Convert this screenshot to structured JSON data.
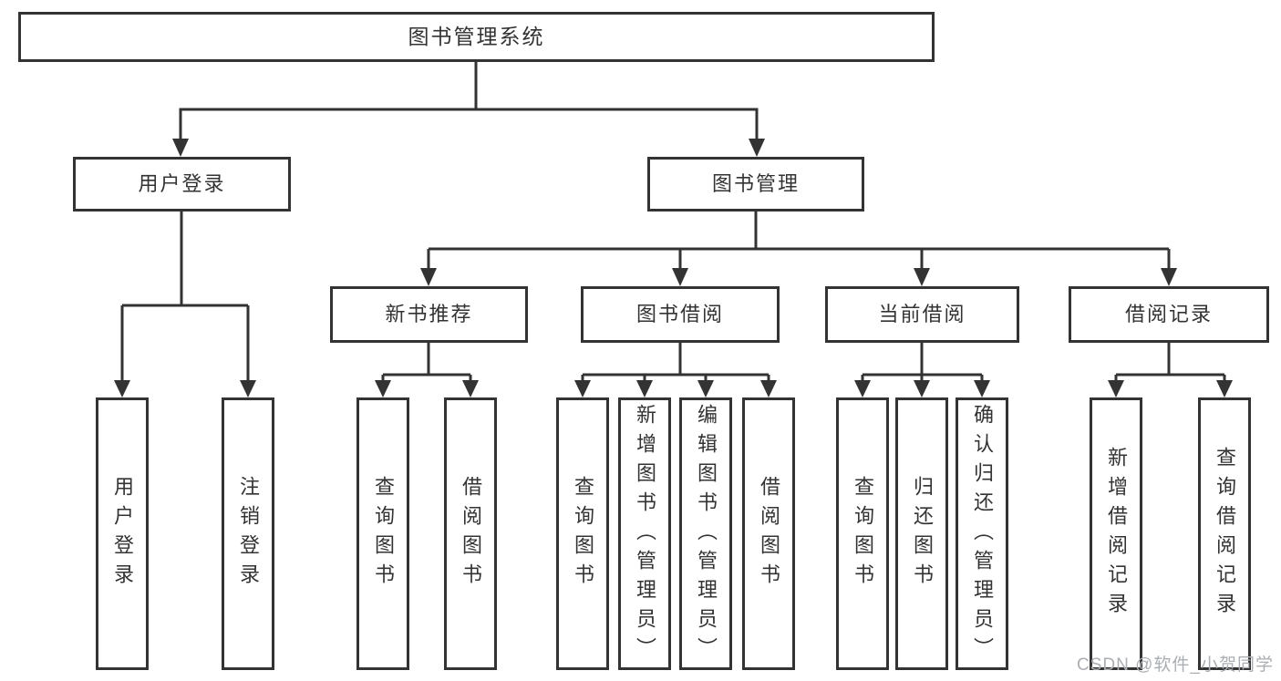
{
  "diagram": {
    "root": "图书管理系统",
    "level2": {
      "user_login": "用户登录",
      "book_management": "图书管理"
    },
    "level3": {
      "new_books": "新书推荐",
      "book_borrowing": "图书借阅",
      "current_borrowing": "当前借阅",
      "borrowing_records": "借阅记录"
    },
    "leaves": {
      "user_login": [
        "用户登录",
        "注销登录"
      ],
      "new_books": [
        "查询图书",
        "借阅图书"
      ],
      "book_borrowing": [
        "查询图书",
        "新增图书（管理员）",
        "编辑图书（管理员）",
        "借阅图书"
      ],
      "current_borrowing": [
        "查询图书",
        "归还图书",
        "确认归还（管理员）"
      ],
      "borrowing_records": [
        "新增借阅记录",
        "查询借阅记录"
      ]
    }
  },
  "watermark": "CSDN @软件_小贺同学",
  "colors": {
    "line": "#333333",
    "text": "#333333",
    "background": "#ffffff",
    "watermark": "#abaeb3"
  }
}
